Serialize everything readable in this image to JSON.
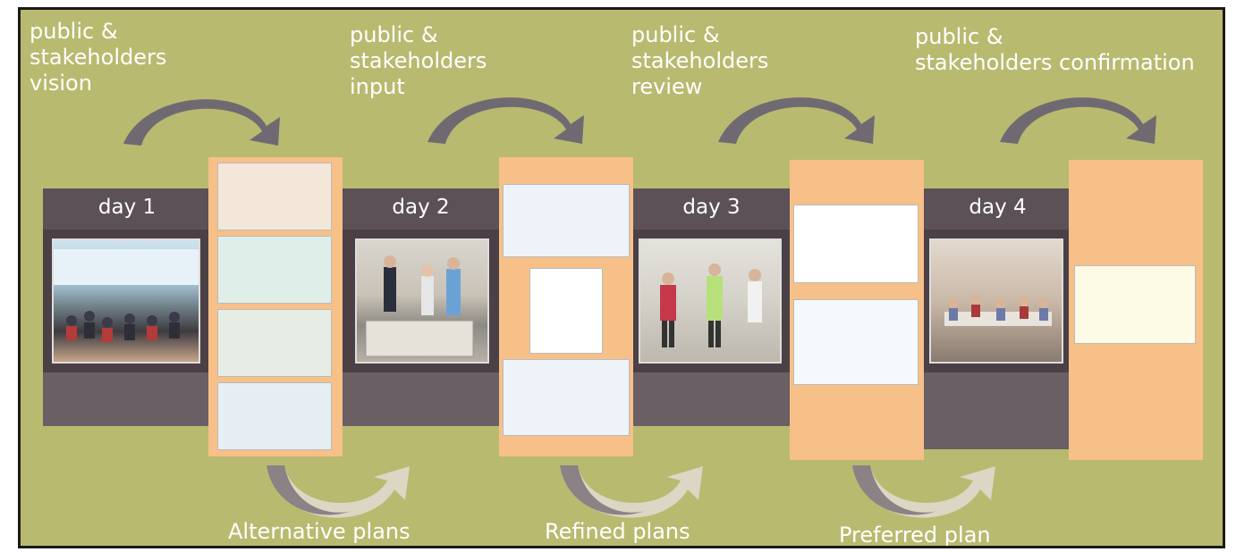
{
  "top_labels": [
    "public &\nstakeholders\nvision",
    "public &\nstakeholders\ninput",
    "public &\nstakeholders\nreview",
    "public &\nstakeholders confirmation"
  ],
  "days": [
    "day 1",
    "day 2",
    "day 3",
    "day 4"
  ],
  "bottom_labels": [
    "Alternative plans",
    "Refined plans",
    "Preferred plan"
  ],
  "colors": {
    "background": "#b8ba70",
    "band": "#5c5156",
    "panel": "#f6c088",
    "arrow_dark": "#6f6a72",
    "arrow_light": "#dcd6c4"
  },
  "icons": [
    "curved-arrow-icon"
  ]
}
